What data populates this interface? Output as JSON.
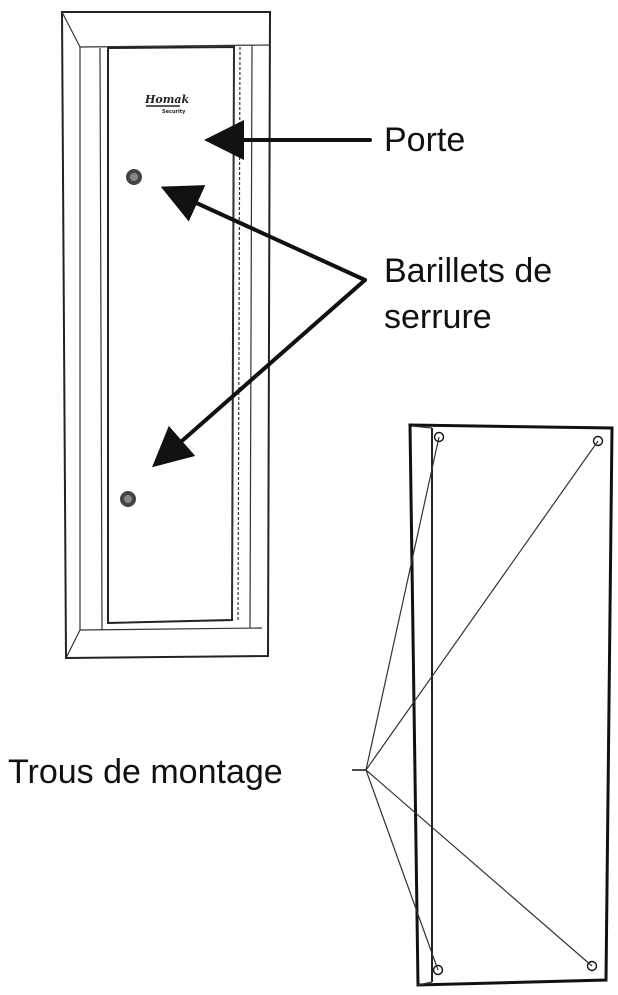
{
  "labels": {
    "door": "Porte",
    "lock_cylinders_line1": "Barillets de",
    "lock_cylinders_line2": "serrure",
    "mounting_holes": "Trous de montage"
  },
  "brand": {
    "name": "Homak",
    "sub": "Security"
  },
  "colors": {
    "line": "#111111",
    "background": "#ffffff"
  }
}
